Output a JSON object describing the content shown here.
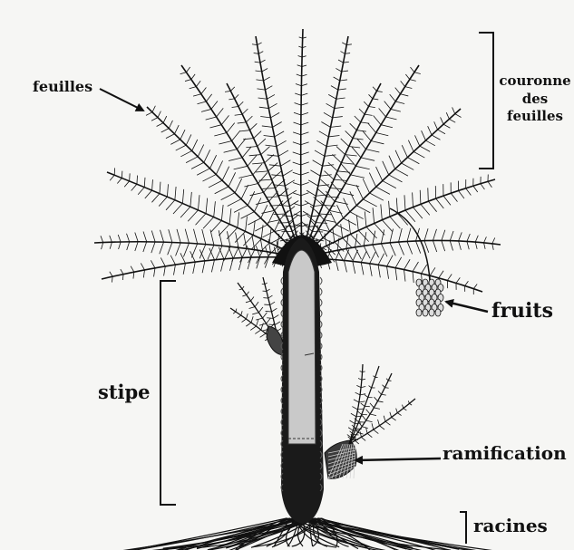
{
  "labels": {
    "feuilles": "feuilles",
    "couronne": [
      "couronne",
      "des",
      "feuilles"
    ],
    "fruits": "fruits",
    "stipe": "stipe",
    "ramification": "ramification",
    "racines": "racines"
  },
  "colors": {
    "ink": "#111111",
    "background": "#f6f6f4",
    "trunk_fill": "#c9c9c9",
    "trunk_dark": "#1a1a1a"
  }
}
